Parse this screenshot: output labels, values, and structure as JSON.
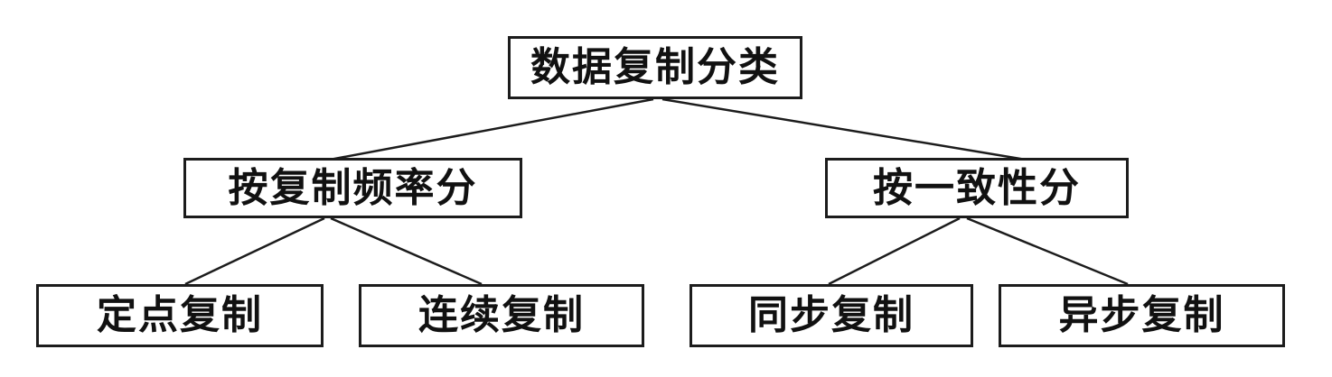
{
  "diagram": {
    "root": {
      "label": "数据复制分类"
    },
    "branches": [
      {
        "label": "按复制频率分",
        "children": [
          {
            "label": "定点复制"
          },
          {
            "label": "连续复制"
          }
        ]
      },
      {
        "label": "按一致性分",
        "children": [
          {
            "label": "同步复制"
          },
          {
            "label": "异步复制"
          }
        ]
      }
    ]
  },
  "colors": {
    "background": "#ffffff",
    "box_border": "#1c1c1c",
    "text": "#111111",
    "line": "#1c1c1c"
  }
}
